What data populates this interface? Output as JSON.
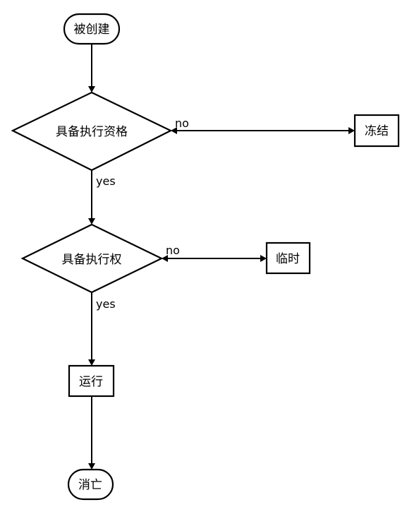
{
  "nodes": {
    "created": "被创建",
    "qualify": "具备执行资格",
    "frozen": "冻结",
    "right": "具备执行权",
    "temporary": "临时",
    "running": "运行",
    "dead": "消亡"
  },
  "edges": {
    "qualify_no": "no",
    "qualify_yes": "yes",
    "right_no": "no",
    "right_yes": "yes"
  }
}
